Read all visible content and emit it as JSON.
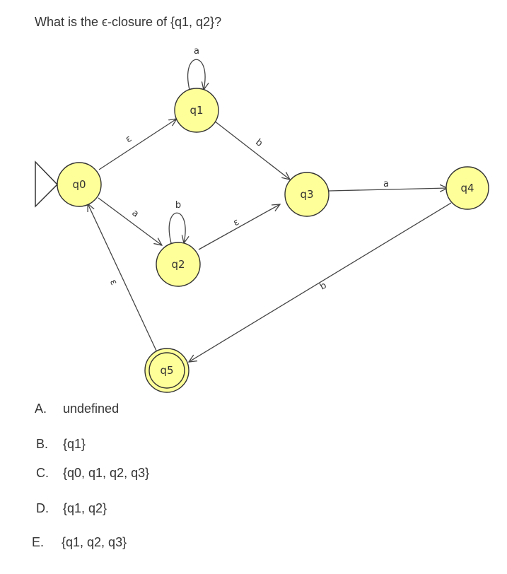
{
  "question": "What is the ϵ-closure of {q1, q2}?",
  "diagram": {
    "states": {
      "q0": "q0",
      "q1": "q1",
      "q2": "q2",
      "q3": "q3",
      "q4": "q4",
      "q5": "q5"
    },
    "transitions": {
      "q0_q1": "ε",
      "q0_q2": "a",
      "q1_q1": "a",
      "q1_q3": "b",
      "q2_q2": "b",
      "q2_q3": "ε",
      "q3_q4": "a",
      "q4_q5": "b",
      "q5_q0": "ε"
    },
    "colors": {
      "state_fill": "#ffff99",
      "state_stroke": "#333333",
      "edge": "#444444"
    }
  },
  "choices": [
    {
      "letter": "A.",
      "text": "undefined"
    },
    {
      "letter": "B.",
      "text": "{q1}"
    },
    {
      "letter": "C.",
      "text": "{q0, q1, q2, q3}"
    },
    {
      "letter": "D.",
      "text": "{q1, q2}"
    },
    {
      "letter": "E.",
      "text": "{q1, q2, q3}"
    }
  ]
}
